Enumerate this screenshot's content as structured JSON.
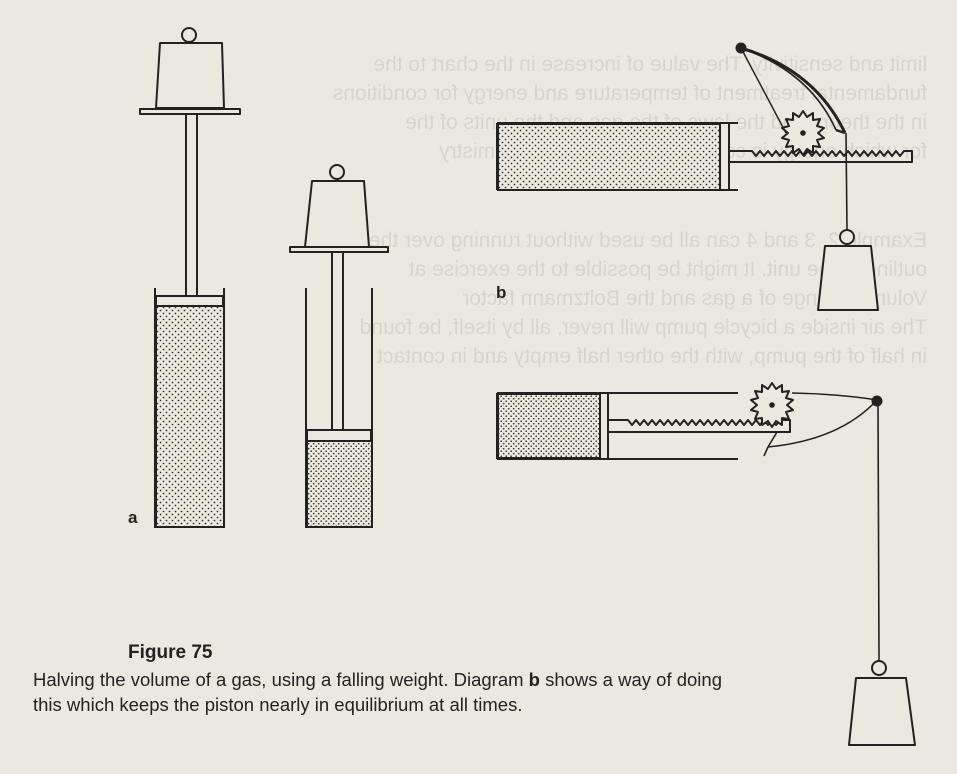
{
  "figure": {
    "number_label": "Figure 75",
    "caption_part1": "Halving the volume of a gas, using a falling weight. Diagram ",
    "caption_bold": "b",
    "caption_part2": " shows a way of doing this which keeps the piston nearly in equilibrium at all times.",
    "diagram_a_label": "a",
    "diagram_b_label": "b"
  },
  "diagrams": {
    "a": {
      "description": "Vertical cylinder with weight on piston; before and after compression (volume halved)"
    },
    "b": {
      "description": "Horizontal cylinder, rack-and-pinion with curved cam arm and hanging weight; before and after"
    }
  },
  "colors": {
    "paper": "#ebe8df",
    "ink": "#222222"
  }
}
